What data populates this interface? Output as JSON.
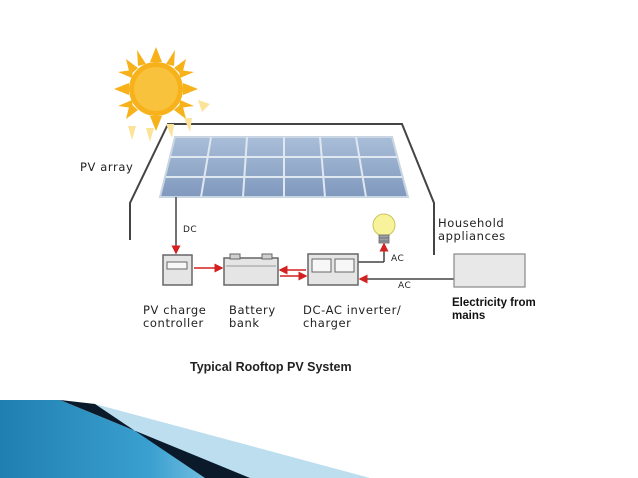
{
  "diagram": {
    "caption": "Typical Rooftop PV System",
    "labels": {
      "pv_array": "PV array",
      "dc": "DC",
      "household": "Household\nappliances",
      "ac_up": "AC",
      "ac_in": "AC",
      "charge_controller": "PV charge\ncontroller",
      "battery": "Battery\nbank",
      "inverter": "DC-AC inverter/\ncharger",
      "mains": "Electricity from\nmains"
    }
  },
  "colors": {
    "panel": "#8fa7c7",
    "panel_frame": "#cfd9e6",
    "sun": "#f7b21b",
    "arrow": "#d42020",
    "outline": "#444444",
    "accent_blue": "#1f7fb0",
    "accent_dark": "#0a1a2a"
  },
  "icons": [
    "sun-icon",
    "light-bulb-icon",
    "solar-panel-icon"
  ]
}
